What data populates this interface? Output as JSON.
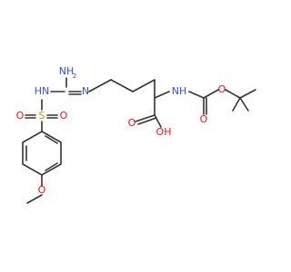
{
  "atoms": {
    "nh2": "NH",
    "nh2_sub": "2",
    "hn_left": "HN",
    "n_chain": "N",
    "nh_boc": "NH",
    "o_boc_single": "O",
    "o_boc_double": "O",
    "o_acid_double": "O",
    "oh_acid": "OH",
    "s": "S",
    "o_s_left": "O",
    "o_s_right": "O",
    "o_methoxy": "O"
  },
  "colors": {
    "carbon": "#333333",
    "nitrogen": "#3050f8",
    "oxygen": "#ff0d0d",
    "sulfur": "#c8a800"
  }
}
